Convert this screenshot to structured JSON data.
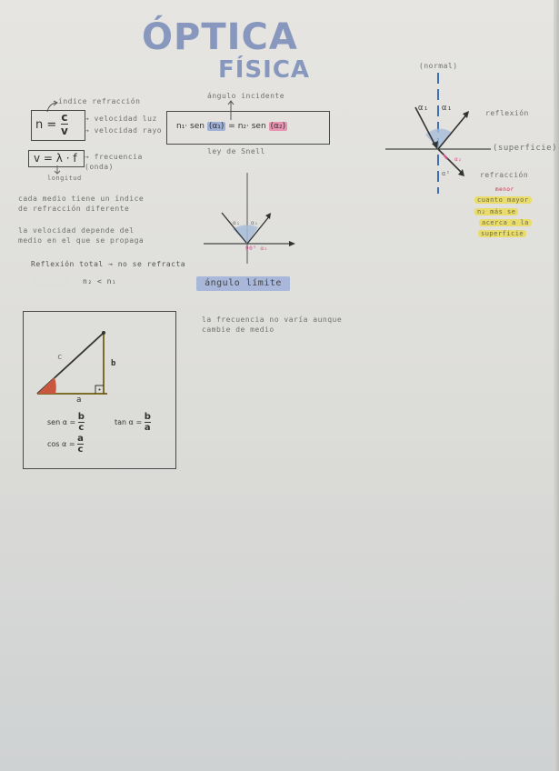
{
  "title": {
    "line1": "ÓPTICA",
    "line2": "FÍSICA",
    "color": "#8797bd"
  },
  "refraction_index": {
    "label_top": "índice refracción",
    "formula_lhs": "n =",
    "numerator": "c",
    "denominator": "v",
    "label_c": "velocidad luz",
    "label_v": "velocidad rayo"
  },
  "wave_equation": {
    "formula": "v = λ · f",
    "label_f": "frecuencia (onda)",
    "label_lambda": "longitud"
  },
  "snell": {
    "label_top": "ángulo incidente",
    "lhs": "n₁· sen",
    "alpha1": "(α₁)",
    "equals": "= n₂· sen",
    "alpha2": "(α₂)",
    "label_bottom": "ley de Snell",
    "highlight_alpha1": "#9fb0d6",
    "highlight_alpha2": "#e993b3"
  },
  "notes": {
    "note1": [
      "cada medio tiene un índice",
      "de refracción diferente"
    ],
    "note2": [
      "la velocidad depende del",
      "medio en el que se propaga"
    ],
    "total_reflection": "Reflexión total → no se refracta",
    "condition": "n₂ < n₁",
    "frequency_note": [
      "la frecuencia no varía aunque",
      "cambie de medio"
    ]
  },
  "main_diagram": {
    "normal_label": "(normal)",
    "reflection_label": "reflexión",
    "surface_label": "(superficie)",
    "refraction_label": "refracción",
    "alpha1_left": "α₁",
    "alpha1_right": "α₁",
    "alpha2": "α₂",
    "alpha_bottom": "α²"
  },
  "side_note": {
    "line1": "menor",
    "line2": "cuanto mayor",
    "line3": "n₂ más se",
    "line4": "acerca a la",
    "line5": "superficie"
  },
  "limit_angle": {
    "tag": "ángulo límite",
    "alpha_left": "α₁",
    "alpha_right": "α₁",
    "alpha_bottom": "90° α₂"
  },
  "trig": {
    "side_c": "c",
    "side_b": "b",
    "side_a": "a",
    "sin_label": "sen α =",
    "sin_num": "b",
    "sin_den": "c",
    "tan_label": "tan α =",
    "tan_num": "b",
    "tan_den": "a",
    "cos_label": "cos α =",
    "cos_num": "a",
    "cos_den": "c"
  }
}
